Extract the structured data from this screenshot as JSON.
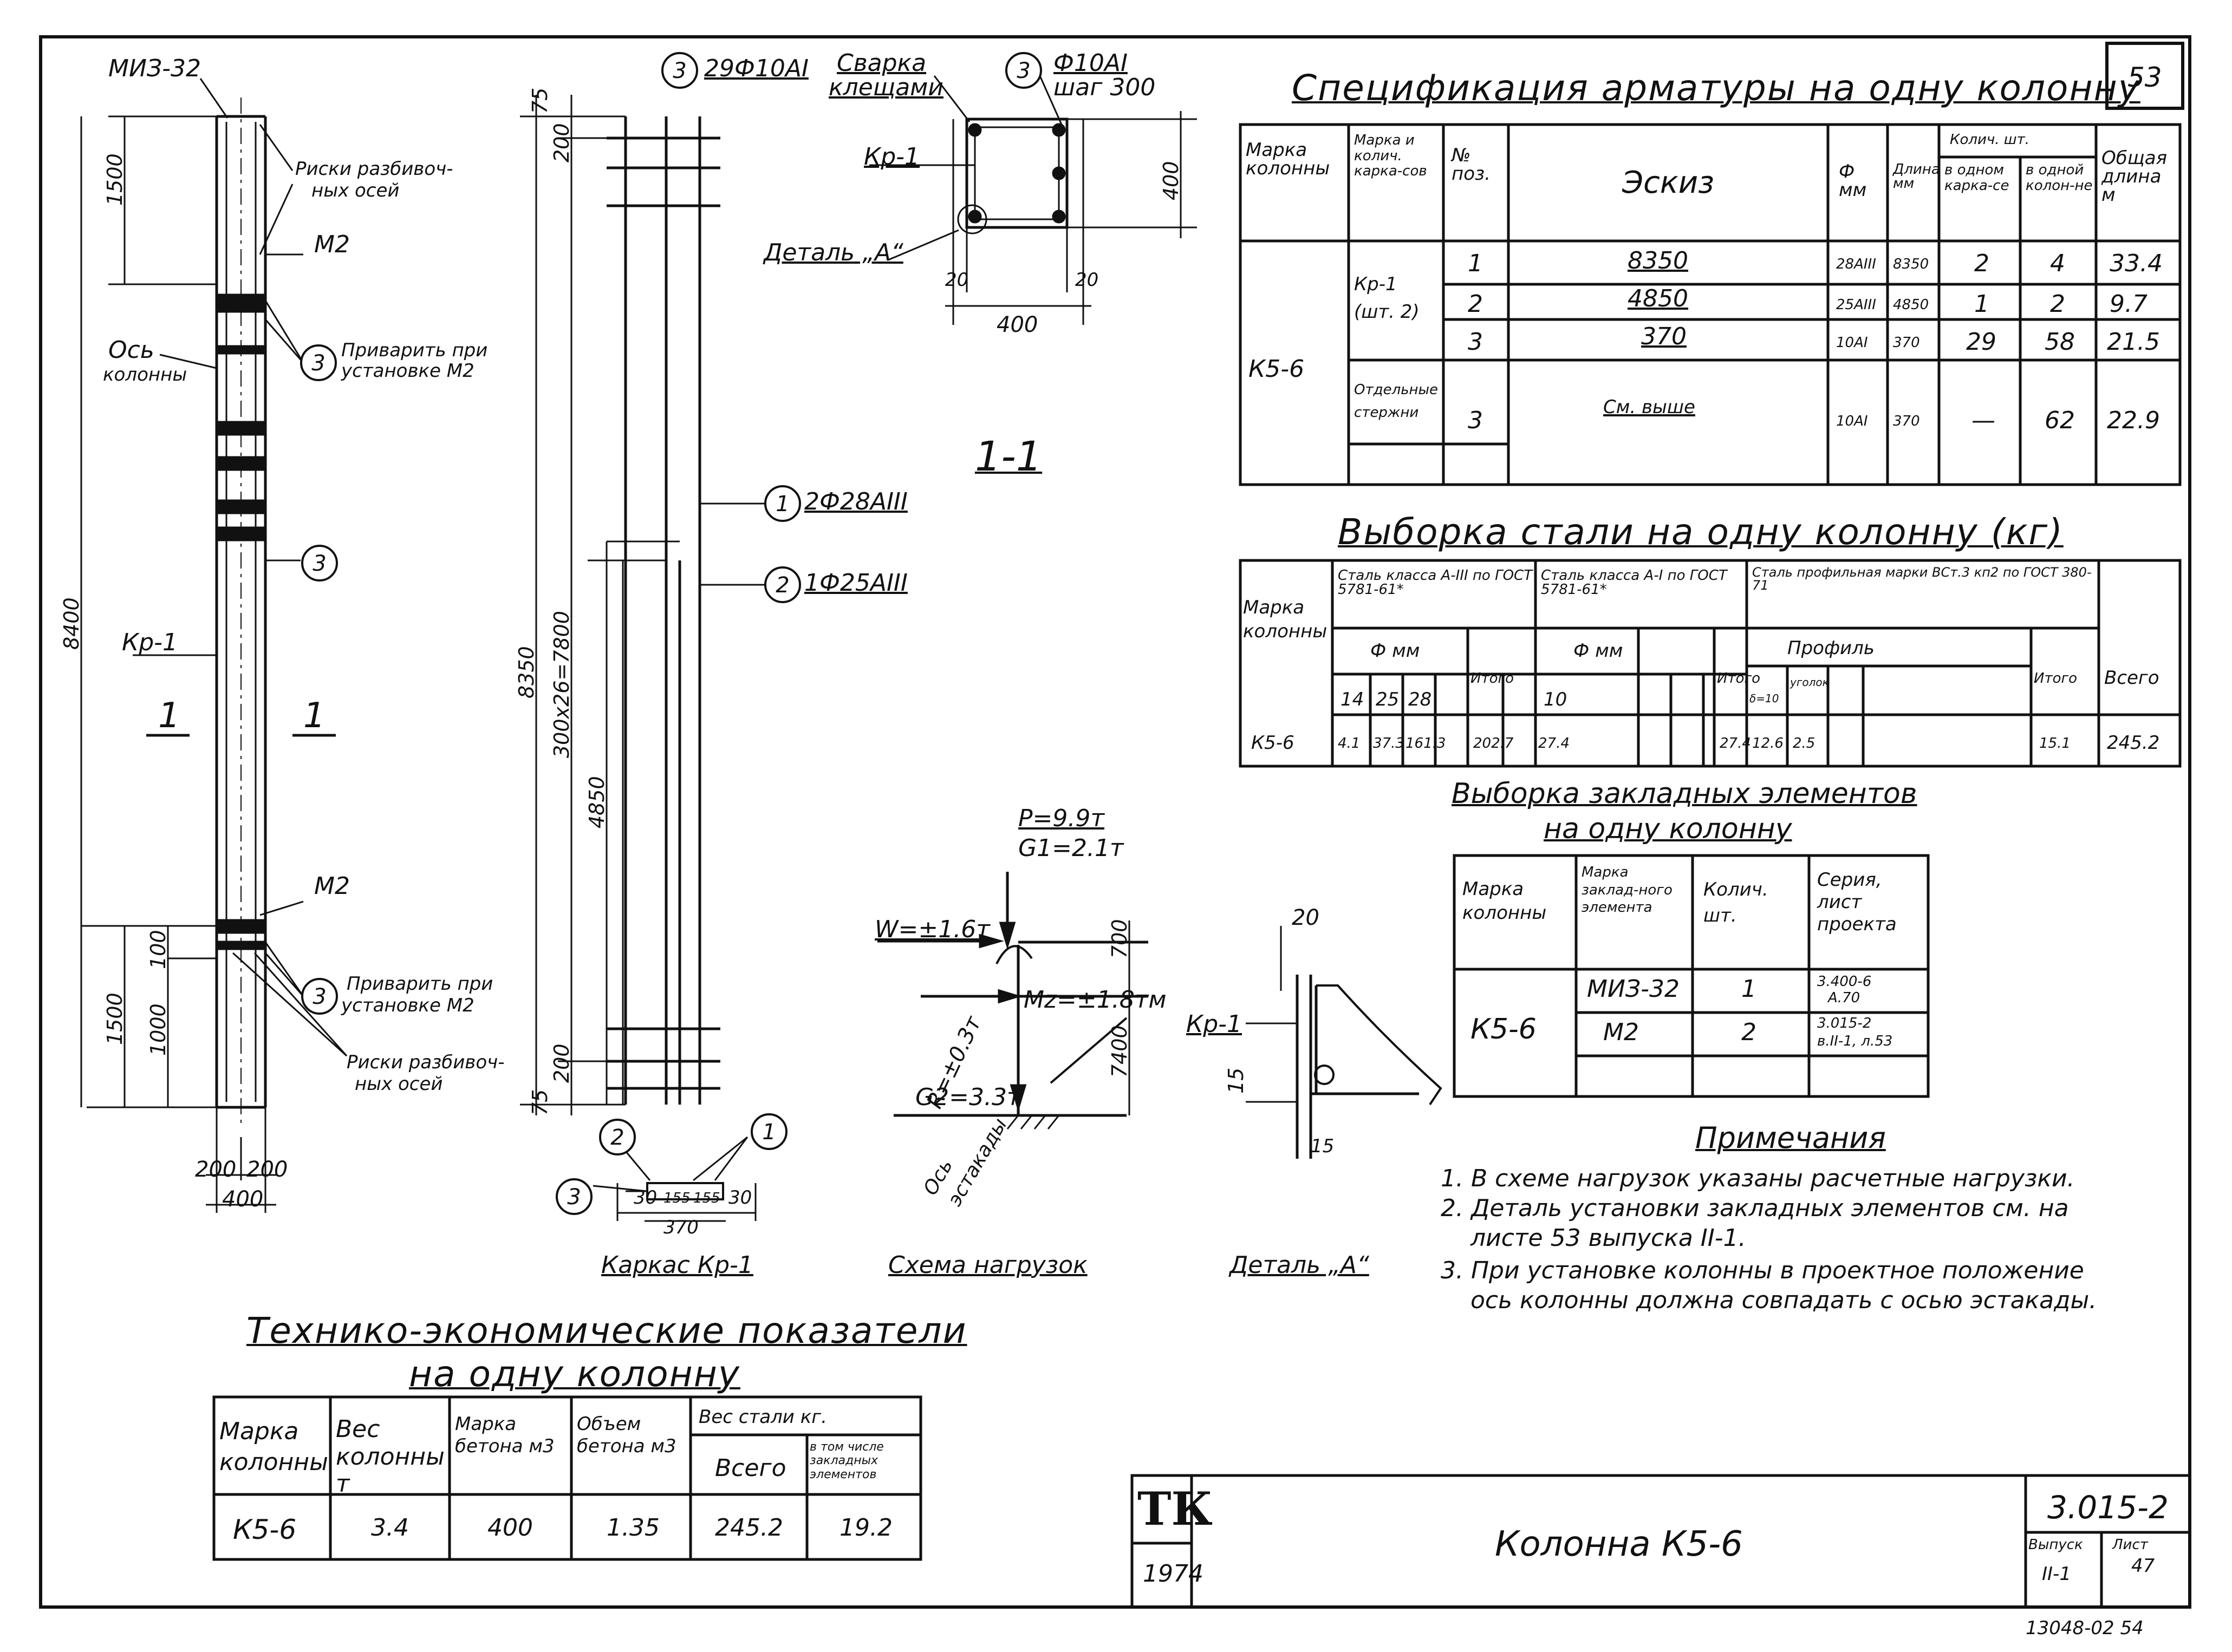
{
  "sheet": {
    "page_no": "53",
    "corner_ref": "13048-02 54",
    "stamp": {
      "org": "ТК",
      "year": "1974",
      "title": "Колонна К5-6",
      "series": "3.015-2",
      "issue_label": "Выпуск",
      "issue": "II-1",
      "sheet_label": "Лист",
      "sheet": "47"
    }
  },
  "col_view": {
    "labels": [
      "МИЗ-32",
      "Риски разбивоч-",
      "ных осей",
      "М2",
      "Ось",
      "колонны",
      "Приварить при",
      "установке М2",
      "Кр-1",
      "1",
      "1",
      "М2",
      "Приварить при",
      "установке М2",
      "Риски разбивоч-",
      "ных осей"
    ],
    "dims": [
      "1500",
      "8400",
      "1500",
      "100",
      "1000",
      "200",
      "200",
      "400"
    ],
    "marks": [
      "3",
      "3",
      "3"
    ]
  },
  "cage": {
    "title": "Каркас Кр-1",
    "top_label": "29Ф10АI",
    "callouts": [
      "2Ф28АIII",
      "1Ф25АIII"
    ],
    "dims": [
      "75",
      "200",
      "8350",
      "300x26=7800",
      "4850",
      "200",
      "75"
    ],
    "bottom_dims": [
      "30",
      "155",
      "155",
      "30",
      "370"
    ],
    "marks": [
      "3",
      "1",
      "2",
      "2",
      "1",
      "3"
    ]
  },
  "section": {
    "title": "1-1",
    "labels": [
      "Сварка",
      "клещами",
      "Ф10АI",
      "шаг 300",
      "Кр-1",
      "Деталь „А“"
    ],
    "dims": [
      "400",
      "20",
      "20",
      "400"
    ],
    "marks": [
      "3",
      "3"
    ]
  },
  "loads": {
    "title": "Схема нагрузок",
    "labels": [
      "P=9.9т",
      "G1=2.1т",
      "W=±1.6т",
      "R=±0.3т",
      "Mz=±1.8тм",
      "G2=3.3т",
      "Ось",
      "эстакады"
    ],
    "dims": [
      "700",
      "7400"
    ]
  },
  "detail_a": {
    "title": "Деталь „А“",
    "labels": [
      "Кр-1"
    ],
    "dims": [
      "20",
      "15",
      "15"
    ]
  },
  "spec": {
    "title": "Спецификация арматуры на одну колонну",
    "headers": [
      "Марка колонны",
      "Марка и колич. карка-сов",
      "№ поз.",
      "Эскиз",
      "Ф мм",
      "Длина мм",
      "Колич. шт.",
      "в одном карка-се",
      "в одной колон-не",
      "Общая длина м"
    ],
    "col_mark": "К5-6",
    "cage_mark": "Кр-1 (шт. 2)",
    "separate": "Отдельные стержни",
    "see_above": "См. выше",
    "rows": [
      {
        "pos": "1",
        "sketch": "8350",
        "dia": "28АIII",
        "len": "8350",
        "per_cage": "2",
        "per_col": "4",
        "total": "33.4"
      },
      {
        "pos": "2",
        "sketch": "4850",
        "dia": "25АIII",
        "len": "4850",
        "per_cage": "1",
        "per_col": "2",
        "total": "9.7"
      },
      {
        "pos": "3",
        "sketch": "370",
        "dia": "10АI",
        "len": "370",
        "per_cage": "29",
        "per_col": "58",
        "total": "21.5"
      },
      {
        "pos": "3",
        "sketch": "См. выше",
        "dia": "10АI",
        "len": "370",
        "per_cage": "—",
        "per_col": "62",
        "total": "22.9"
      }
    ]
  },
  "steel": {
    "title": "Выборка стали на одну колонну (кг)",
    "headers": [
      "Марка колонны",
      "Сталь класса А-III по ГОСТ 5781-61*",
      "Сталь класса А-I по ГОСТ 5781-61*",
      "Сталь профильная марки ВСт.3 кп2 по ГОСТ 380-71",
      "Ф мм",
      "Ф мм",
      "Профиль",
      "Итого",
      "Итого",
      "Итого",
      "Всего"
    ],
    "sub": [
      "14",
      "25",
      "28",
      "10",
      "δ=10",
      "уголок"
    ],
    "row": [
      "К5-6",
      "4.1",
      "37.3",
      "161.3",
      "202.7",
      "27.4",
      "27.4",
      "12.6",
      "2.5",
      "15.1",
      "245.2"
    ]
  },
  "embed": {
    "title1": "Выборка закладных элементов",
    "title2": "на одну колонну",
    "headers": [
      "Марка колонны",
      "Марка заклад-ного элемента",
      "Колич. шт.",
      "Серия, лист проекта"
    ],
    "col_mark": "К5-6",
    "rows": [
      {
        "mark": "МИЗ-32",
        "qty": "1",
        "series": "3.400-6",
        "sheet": "А.70"
      },
      {
        "mark": "М2",
        "qty": "2",
        "series": "3.015-2",
        "sheet": "в.II-1, л.53"
      }
    ]
  },
  "notes": {
    "title": "Примечания",
    "items": [
      "1. В схеме нагрузок указаны расчетные нагрузки.",
      "2. Деталь установки закладных элементов см. на",
      "листе  53  выпуска II-1.",
      "3. При установке колонны в проектное положение",
      "ось колонны должна совпадать с осью эстакады."
    ]
  },
  "tech": {
    "title1": "Технико-экономические показатели",
    "title2": "на одну колонну",
    "headers": [
      "Марка колонны",
      "Вес колонны т",
      "Марка бетона м3",
      "Объем бетона м3",
      "Вес стали кг.",
      "Всего",
      "в том числе закладных элементов"
    ],
    "row": [
      "К5-6",
      "3.4",
      "400",
      "1.35",
      "245.2",
      "19.2"
    ]
  }
}
